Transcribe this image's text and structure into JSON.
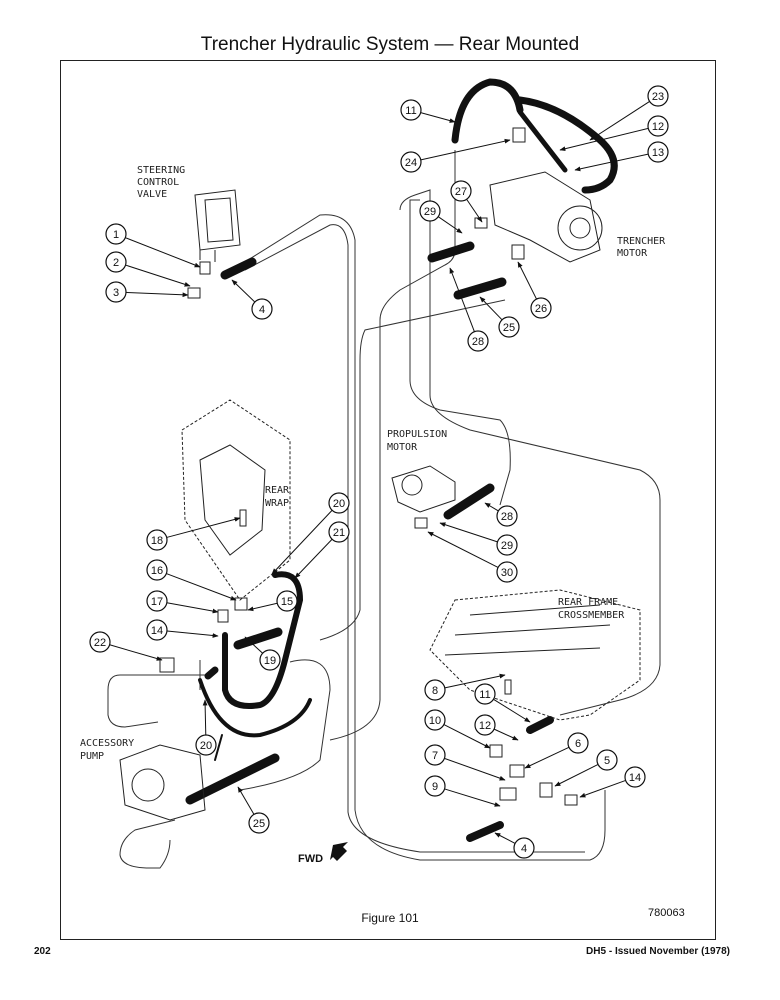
{
  "title": "Trencher Hydraulic System — Rear Mounted",
  "figure_caption": "Figure 101",
  "drawing_number": "780063",
  "page_number": "202",
  "issue_note": "DH5 - Issued November (1978)",
  "fwd_label": "FWD",
  "components": {
    "steering_control_valve": [
      "STEERING",
      "CONTROL",
      "VALVE"
    ],
    "trencher_motor": [
      "TRENCHER",
      "MOTOR"
    ],
    "propulsion_motor": [
      "PROPULSION",
      "MOTOR"
    ],
    "rear_wrap": [
      "REAR",
      "WRAP"
    ],
    "rear_frame_crossmember": [
      "REAR FRAME",
      "CROSSMEMBER"
    ],
    "accessory_pump": [
      "ACCESSORY",
      "PUMP"
    ]
  },
  "callouts": [
    "1",
    "2",
    "3",
    "4",
    "11",
    "23",
    "12",
    "13",
    "24",
    "27",
    "29",
    "26",
    "25",
    "28",
    "20",
    "21",
    "18",
    "16",
    "17",
    "15",
    "14",
    "19",
    "22",
    "20",
    "28",
    "29",
    "30",
    "8",
    "11",
    "10",
    "12",
    "6",
    "5",
    "7",
    "9",
    "14",
    "25",
    "4"
  ]
}
